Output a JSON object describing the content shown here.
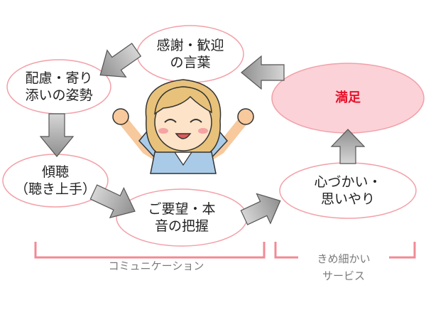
{
  "nodes": {
    "gratitude": "感謝・歓迎\nの言葉",
    "consideration": "配慮・寄り\n添いの姿勢",
    "listening": "傾聴\n（聴き上手）",
    "understanding": "ご要望・本\n音の把握",
    "thoughtfulness": "心づかい・\n思いやり",
    "satisfaction": "満足"
  },
  "sections": {
    "communication": "コミュニケーション",
    "service": "きめ細かい\nサービス"
  },
  "colors": {
    "ellipse_stroke": "#f2a0a8",
    "satisfaction_fill": "#fbd2d7",
    "satisfaction_text": "#e8112b",
    "bracket": "#f08b94",
    "arrow_fill": "#a8a8a8",
    "arrow_stroke": "#555555"
  },
  "icons": [
    "woman-raising-hands-illustration"
  ]
}
